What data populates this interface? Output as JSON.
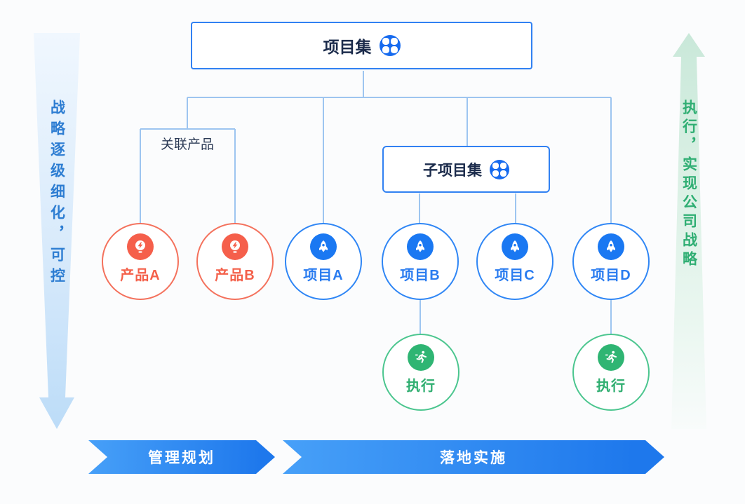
{
  "colors": {
    "accent_blue": "#2a7cf0",
    "accent_orange": "#f4604a",
    "accent_green": "#2fae70",
    "connector_blue": "#9dc5f0",
    "banner_gradient_start": "#47a0f8",
    "banner_gradient_end": "#1e78ec",
    "dark_text": "#1b2b4b"
  },
  "tree": {
    "root": {
      "label": "项目集",
      "icon": "four-petal-cluster-icon"
    },
    "subprogram": {
      "label": "子项目集",
      "icon": "four-petal-cluster-icon"
    },
    "related_products": {
      "label": "关联产品"
    },
    "products": [
      {
        "label": "产品A",
        "icon": "lightbulb-icon"
      },
      {
        "label": "产品B",
        "icon": "lightbulb-icon"
      }
    ],
    "projects": [
      {
        "label": "项目A",
        "icon": "rocket-icon"
      },
      {
        "label": "项目B",
        "icon": "rocket-icon"
      },
      {
        "label": "项目C",
        "icon": "rocket-icon"
      },
      {
        "label": "项目D",
        "icon": "rocket-icon"
      }
    ],
    "executions": [
      {
        "label": "执行",
        "icon": "runner-icon"
      },
      {
        "label": "执行",
        "icon": "runner-icon"
      }
    ]
  },
  "side_arrows": {
    "left": {
      "text": "战略逐级细化，可控",
      "direction": "down"
    },
    "right": {
      "text": "执行，实现公司战略",
      "direction": "up"
    }
  },
  "banners": [
    {
      "label": "管理规划"
    },
    {
      "label": "落地实施"
    }
  ]
}
